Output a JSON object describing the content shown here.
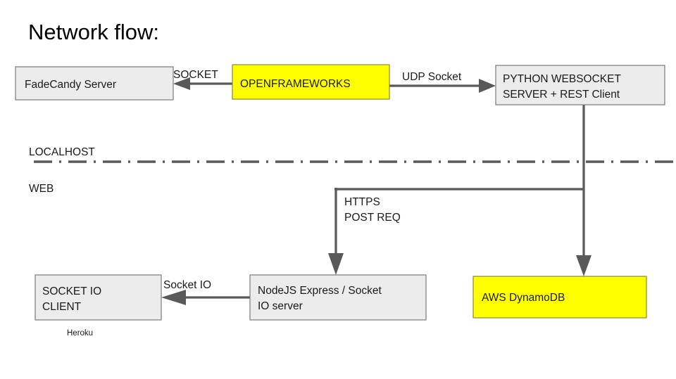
{
  "slide": {
    "title": "Network flow:",
    "background_color": "#ffffff"
  },
  "colors": {
    "box_grey_fill": "#ececec",
    "box_yellow_fill": "#ffff00",
    "box_stroke": "#7a7a7a",
    "connector": "#595959",
    "text": "#1a1a1a"
  },
  "zones": {
    "above_label": "LOCALHOST",
    "below_label": "WEB",
    "divider_style": "dash-dot"
  },
  "nodes": {
    "fadecandy": {
      "label": "FadeCandy Server",
      "fill": "#ececec"
    },
    "openframeworks": {
      "label": "OPENFRAMEWORKS",
      "fill": "#ffff00"
    },
    "python_server": {
      "line1": "PYTHON WEBSOCKET",
      "line2": "SERVER + REST Client",
      "fill": "#ececec"
    },
    "socket_io_client": {
      "line1": "SOCKET IO",
      "line2": "CLIENT",
      "caption": "Heroku",
      "fill": "#ececec"
    },
    "nodejs_server": {
      "line1": "NodeJS Express / Socket",
      "line2": "IO server",
      "fill": "#ececec"
    },
    "dynamodb": {
      "label": "AWS DynamoDB",
      "fill": "#ffff00"
    }
  },
  "edges": {
    "socket": {
      "label": "SOCKET",
      "from": "openframeworks",
      "to": "fadecandy"
    },
    "udp_socket": {
      "label": "UDP Socket",
      "from": "openframeworks",
      "to": "python_server"
    },
    "https_post": {
      "line1": "HTTPS",
      "line2": "POST REQ",
      "from": "python_server",
      "to": "nodejs_server"
    },
    "dynamo_write": {
      "label": "",
      "from": "python_server",
      "to": "dynamodb"
    },
    "socket_io": {
      "label": "Socket IO",
      "from": "nodejs_server",
      "to": "socket_io_client"
    }
  }
}
